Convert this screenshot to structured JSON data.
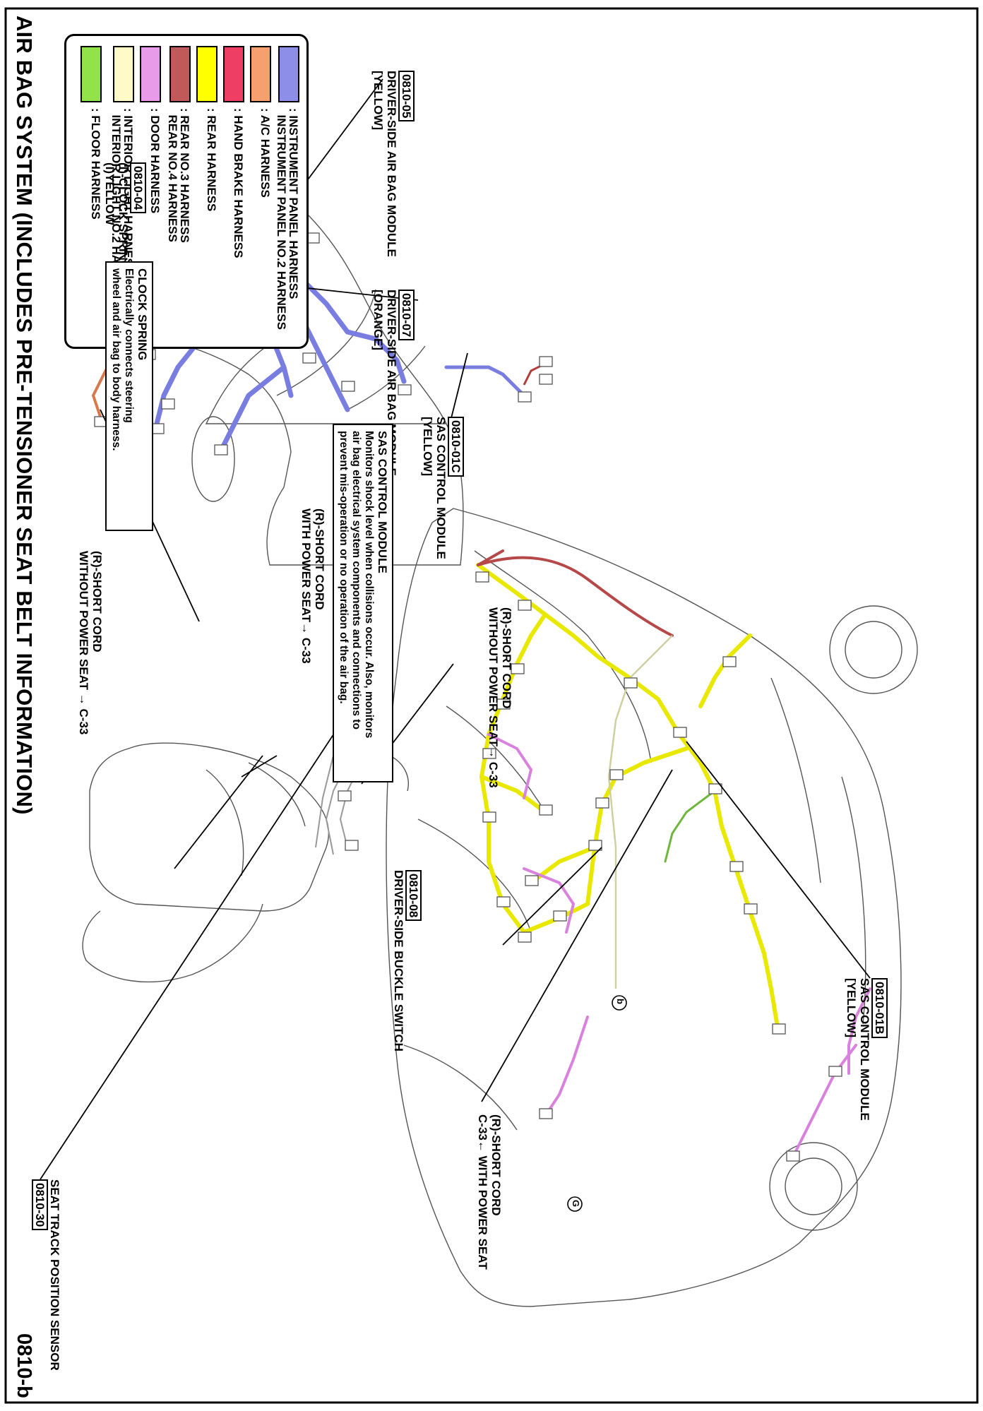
{
  "title": "AIR BAG SYSTEM (INCLUDES PRE-TENSIONER SEAT BELT INFORMATION)",
  "page_number": "0810-b",
  "legend": [
    {
      "color": "#8c8ee8",
      "lines": [
        ": INSTRUMENT PANEL HARNESS",
        "  INSTRUMENT PANEL NO.2 HARNESS"
      ]
    },
    {
      "color": "#f5a06e",
      "lines": [
        ": A/C HARNESS"
      ]
    },
    {
      "color": "#ee3e63",
      "lines": [
        ": HAND BRAKE HARNESS"
      ]
    },
    {
      "color": "#ffff00",
      "lines": [
        ": REAR HARNESS"
      ]
    },
    {
      "color": "#c05a5a",
      "lines": [
        ": REAR NO.3 HARNESS",
        "  REAR NO.4 HARNESS"
      ]
    },
    {
      "color": "#e79be8",
      "lines": [
        ": DOOR HARNESS"
      ]
    },
    {
      "color": "#fffac8",
      "lines": [
        ": INTERIOR LIGHT HARNESS",
        "  INTERIOR LIGHT NO.2 HARNESS"
      ]
    },
    {
      "color": "#92e34a",
      "lines": [
        ": FLOOR HARNESS"
      ]
    }
  ],
  "callouts": {
    "clock_spring_conn": {
      "id": "0810-04",
      "lines": [
        "(I)-CLOCK SPRING",
        "(I)YELLOW"
      ]
    },
    "driver_airbag_05": {
      "id": "0810-05",
      "lines": [
        "DRIVER-SIDE AIR BAG MODULE",
        "[YELLOW]"
      ]
    },
    "driver_airbag_07": {
      "id": "0810-07",
      "lines": [
        "DRIVER-SIDE AIR BAG MODULE",
        "[ORANGE]"
      ]
    },
    "sas_01c": {
      "id": "0810-01C",
      "lines": [
        "SAS CONTROL MODULE",
        "[YELLOW]"
      ]
    },
    "sas_01b": {
      "id": "0810-01B",
      "lines": [
        "SAS CONTROL MODULE",
        "[YELLOW]"
      ]
    },
    "buckle_08": {
      "id": "0810-08",
      "lines": [
        "DRIVER-SIDE BUCKLE SWITCH"
      ]
    },
    "seat_track_30": {
      "id": "0810-30",
      "lines": [
        "SEAT TRACK POSITION SENSOR"
      ]
    }
  },
  "short_cords": {
    "seat_without": {
      "l1": "(R)-SHORT CORD",
      "l2": "WITHOUT POWER SEAT → C-33"
    },
    "seat_with": {
      "l1": "(R)-SHORT CORD",
      "l2": "WITH POWER SEAT→ C-33"
    },
    "car_without": {
      "l1": "(R)-SHORT CORD",
      "l2": "WITHOUT POWER SEAT→ C-33"
    },
    "car_with": {
      "l1": "(R)-SHORT CORD",
      "l2": "C-33← WITH POWER SEAT"
    }
  },
  "info_boxes": {
    "clock_spring": {
      "title": "CLOCK SPRING",
      "lines": [
        "Electrically connects steering",
        "wheel and air bag to body harness."
      ]
    },
    "sas_module": {
      "title": "SAS CONTROL MODULE",
      "lines": [
        "Monitors shock level when collisions occur. Also, monitors",
        "air bag electrical system components and connections to",
        "prevent mis-operation or no operation of the air bag."
      ]
    }
  },
  "markers": {
    "b": "b",
    "g": "G"
  }
}
